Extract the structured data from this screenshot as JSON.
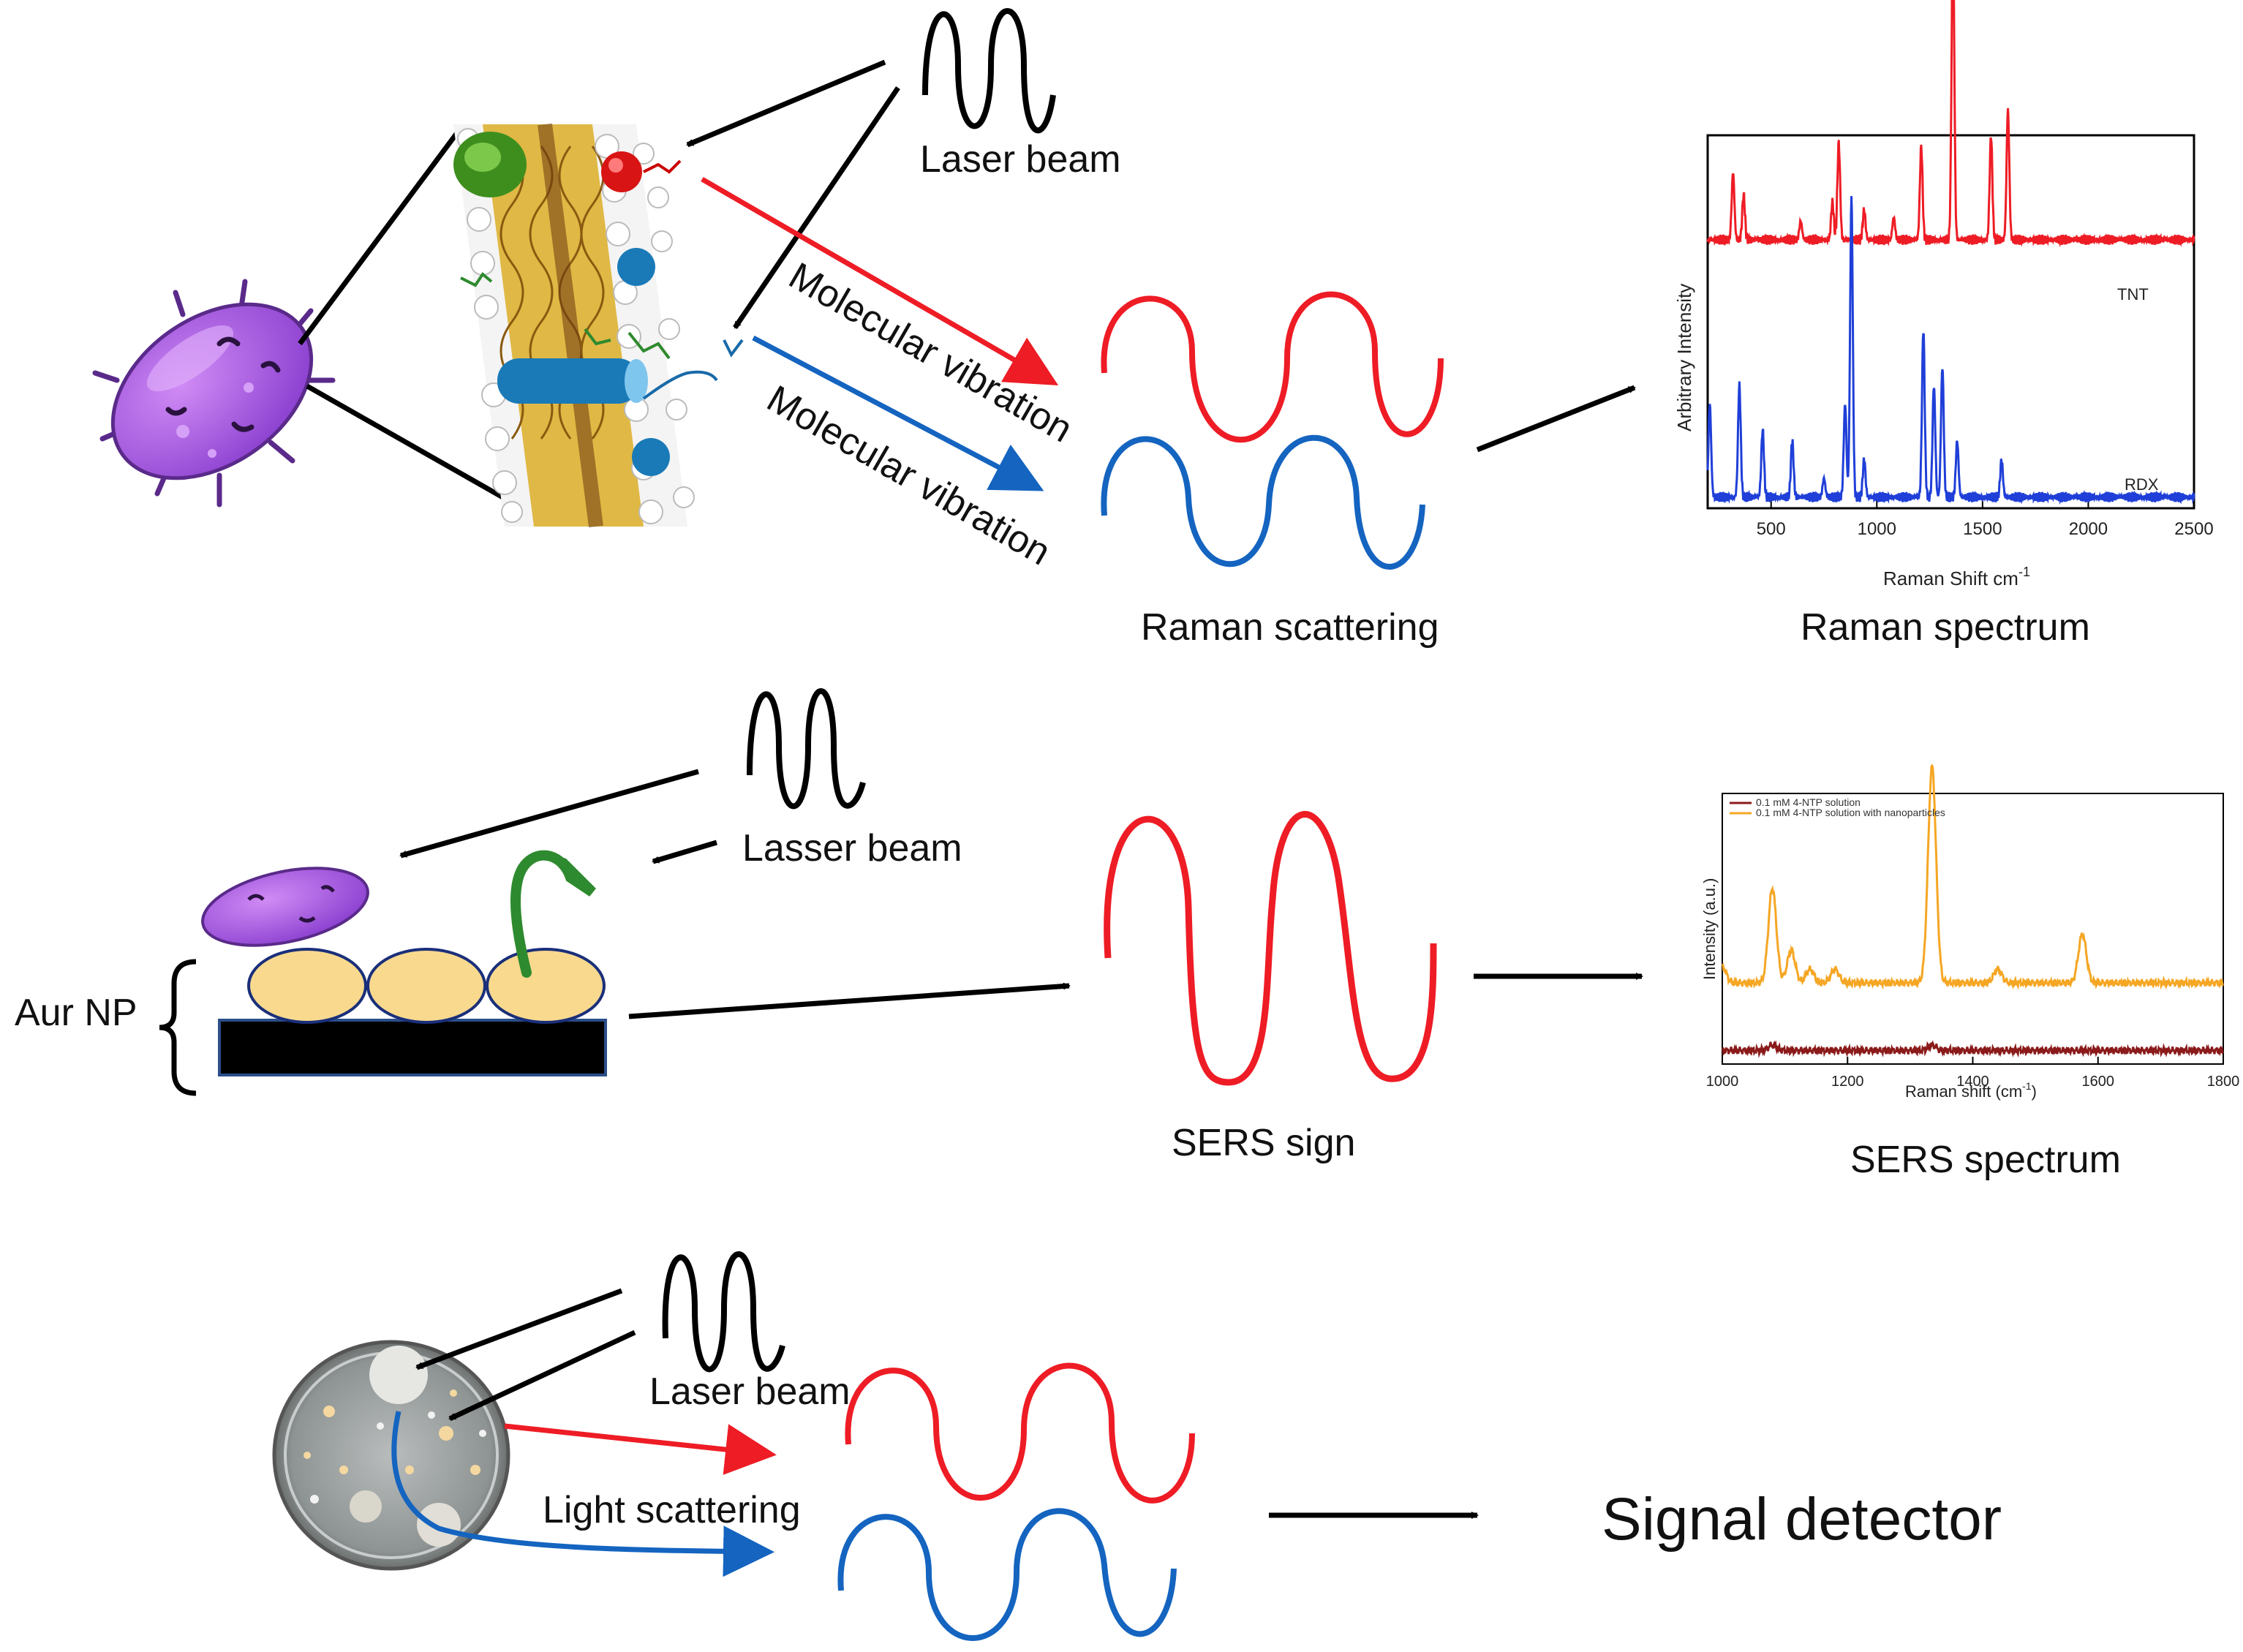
{
  "colors": {
    "red": "#ee1c25",
    "blue": "#1464c0",
    "orange": "#f5a623",
    "darkred": "#8b1a1a",
    "black": "#000000"
  },
  "panel1": {
    "laser": "Laser beam",
    "vib1": "Molecular vibration",
    "vib2": "Molecular vibration",
    "scatter": "Raman scattering",
    "spectrum_caption": "Raman spectrum",
    "icons": [
      "bacterium-icon",
      "cell-membrane-icon",
      "wave-icon"
    ]
  },
  "panel2": {
    "laser": "Lasser beam",
    "np_label": "Aur NP",
    "signal": "SERS sign",
    "spectrum_caption": "SERS spectrum"
  },
  "panel3": {
    "laser": "Laser beam",
    "scatter": "Light scattering",
    "detector": "Signal detector",
    "icons": [
      "petri-dish-icon"
    ]
  },
  "chart_data": [
    {
      "type": "line",
      "ylabel": "Arbitrary Intensity",
      "xlabel": "Raman Shift cm",
      "xlabel_sup": "-1",
      "xlim": [
        200,
        2500
      ],
      "xticks": [
        500,
        1000,
        1500,
        2000,
        2500
      ],
      "series": [
        {
          "name": "TNT",
          "color": "#ee1c25",
          "baseline": 0.72,
          "peaks": [
            [
              320,
              0.18
            ],
            [
              370,
              0.12
            ],
            [
              640,
              0.05
            ],
            [
              790,
              0.1
            ],
            [
              820,
              0.26
            ],
            [
              940,
              0.08
            ],
            [
              1080,
              0.06
            ],
            [
              1210,
              0.25
            ],
            [
              1360,
              0.85
            ],
            [
              1540,
              0.28
            ],
            [
              1620,
              0.35
            ]
          ]
        },
        {
          "name": "RDX",
          "color": "#1f3fd8",
          "baseline": 0.03,
          "peaks": [
            [
              210,
              0.25
            ],
            [
              350,
              0.3
            ],
            [
              460,
              0.18
            ],
            [
              600,
              0.15
            ],
            [
              750,
              0.05
            ],
            [
              850,
              0.25
            ],
            [
              880,
              0.8
            ],
            [
              940,
              0.1
            ],
            [
              1220,
              0.45
            ],
            [
              1270,
              0.3
            ],
            [
              1310,
              0.35
            ],
            [
              1380,
              0.15
            ],
            [
              1590,
              0.1
            ]
          ]
        }
      ]
    },
    {
      "type": "line",
      "ylabel": "Intensity (a.u.)",
      "xlabel": "Raman shift (cm",
      "xlabel_sup": "-1",
      "xlabel_end": ")",
      "xlim": [
        1000,
        1800
      ],
      "xticks": [
        1000,
        1200,
        1400,
        1600,
        1800
      ],
      "series": [
        {
          "name": "0.1 mM 4-NTP solution",
          "color": "#8b1a1a",
          "baseline": 0.05,
          "peaks": [
            [
              1080,
              0.02
            ],
            [
              1335,
              0.02
            ]
          ]
        },
        {
          "name": "0.1 mM 4-NTP solution with nanoparticles",
          "color": "#f5a623",
          "baseline": 0.3,
          "peaks": [
            [
              1000,
              0.06
            ],
            [
              1080,
              0.35
            ],
            [
              1110,
              0.12
            ],
            [
              1140,
              0.05
            ],
            [
              1180,
              0.05
            ],
            [
              1335,
              0.8
            ],
            [
              1440,
              0.05
            ],
            [
              1575,
              0.18
            ]
          ]
        }
      ]
    }
  ]
}
